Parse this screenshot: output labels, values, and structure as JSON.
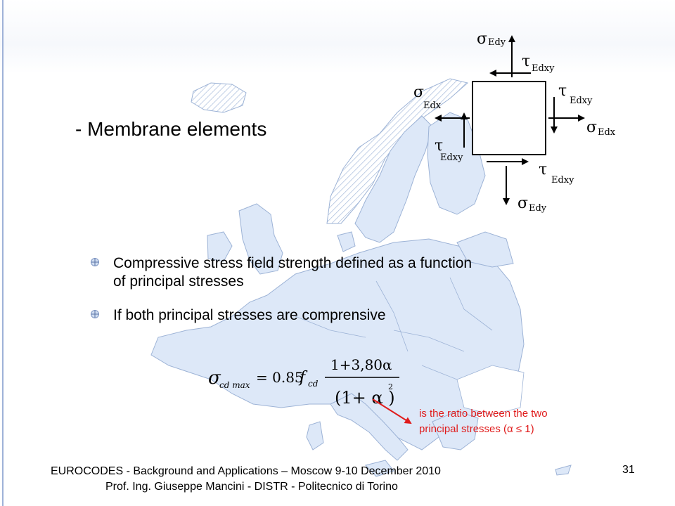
{
  "slide": {
    "title": "- Membrane elements",
    "bullets": [
      {
        "text": "Compressive stress field strength defined as a function"
      },
      {
        "text": "of principal stresses"
      },
      {
        "text": "If both principal stresses are comprensive"
      }
    ],
    "formula": {
      "lhs_sym": "σ",
      "lhs_sub": "cd max",
      "eq": "= 0.85",
      "f": "f",
      "f_sub": "cd",
      "num": "1+3,80α",
      "den": "(1+ α )",
      "exp": "2"
    },
    "note": {
      "line1": "is the ratio between the two",
      "line2": "principal stresses   (α  ≤ 1)"
    },
    "diagram": {
      "sigma": "σ",
      "tau": "τ",
      "sub_edy": "Edy",
      "sub_edx": "Edx",
      "sub_edxy": "Edxy"
    },
    "footer": {
      "line1": "EUROCODES - Background and Applications – Moscow 9-10 December 2010",
      "line2": "Prof. Ing. Giuseppe Mancini - DISTR - Politecnico di Torino"
    },
    "page_number": "31",
    "colors": {
      "map_fill": "#dde8f8",
      "map_stroke": "#9db3d6",
      "note": "#e01c1c",
      "arrow": "#e01c1c"
    }
  }
}
